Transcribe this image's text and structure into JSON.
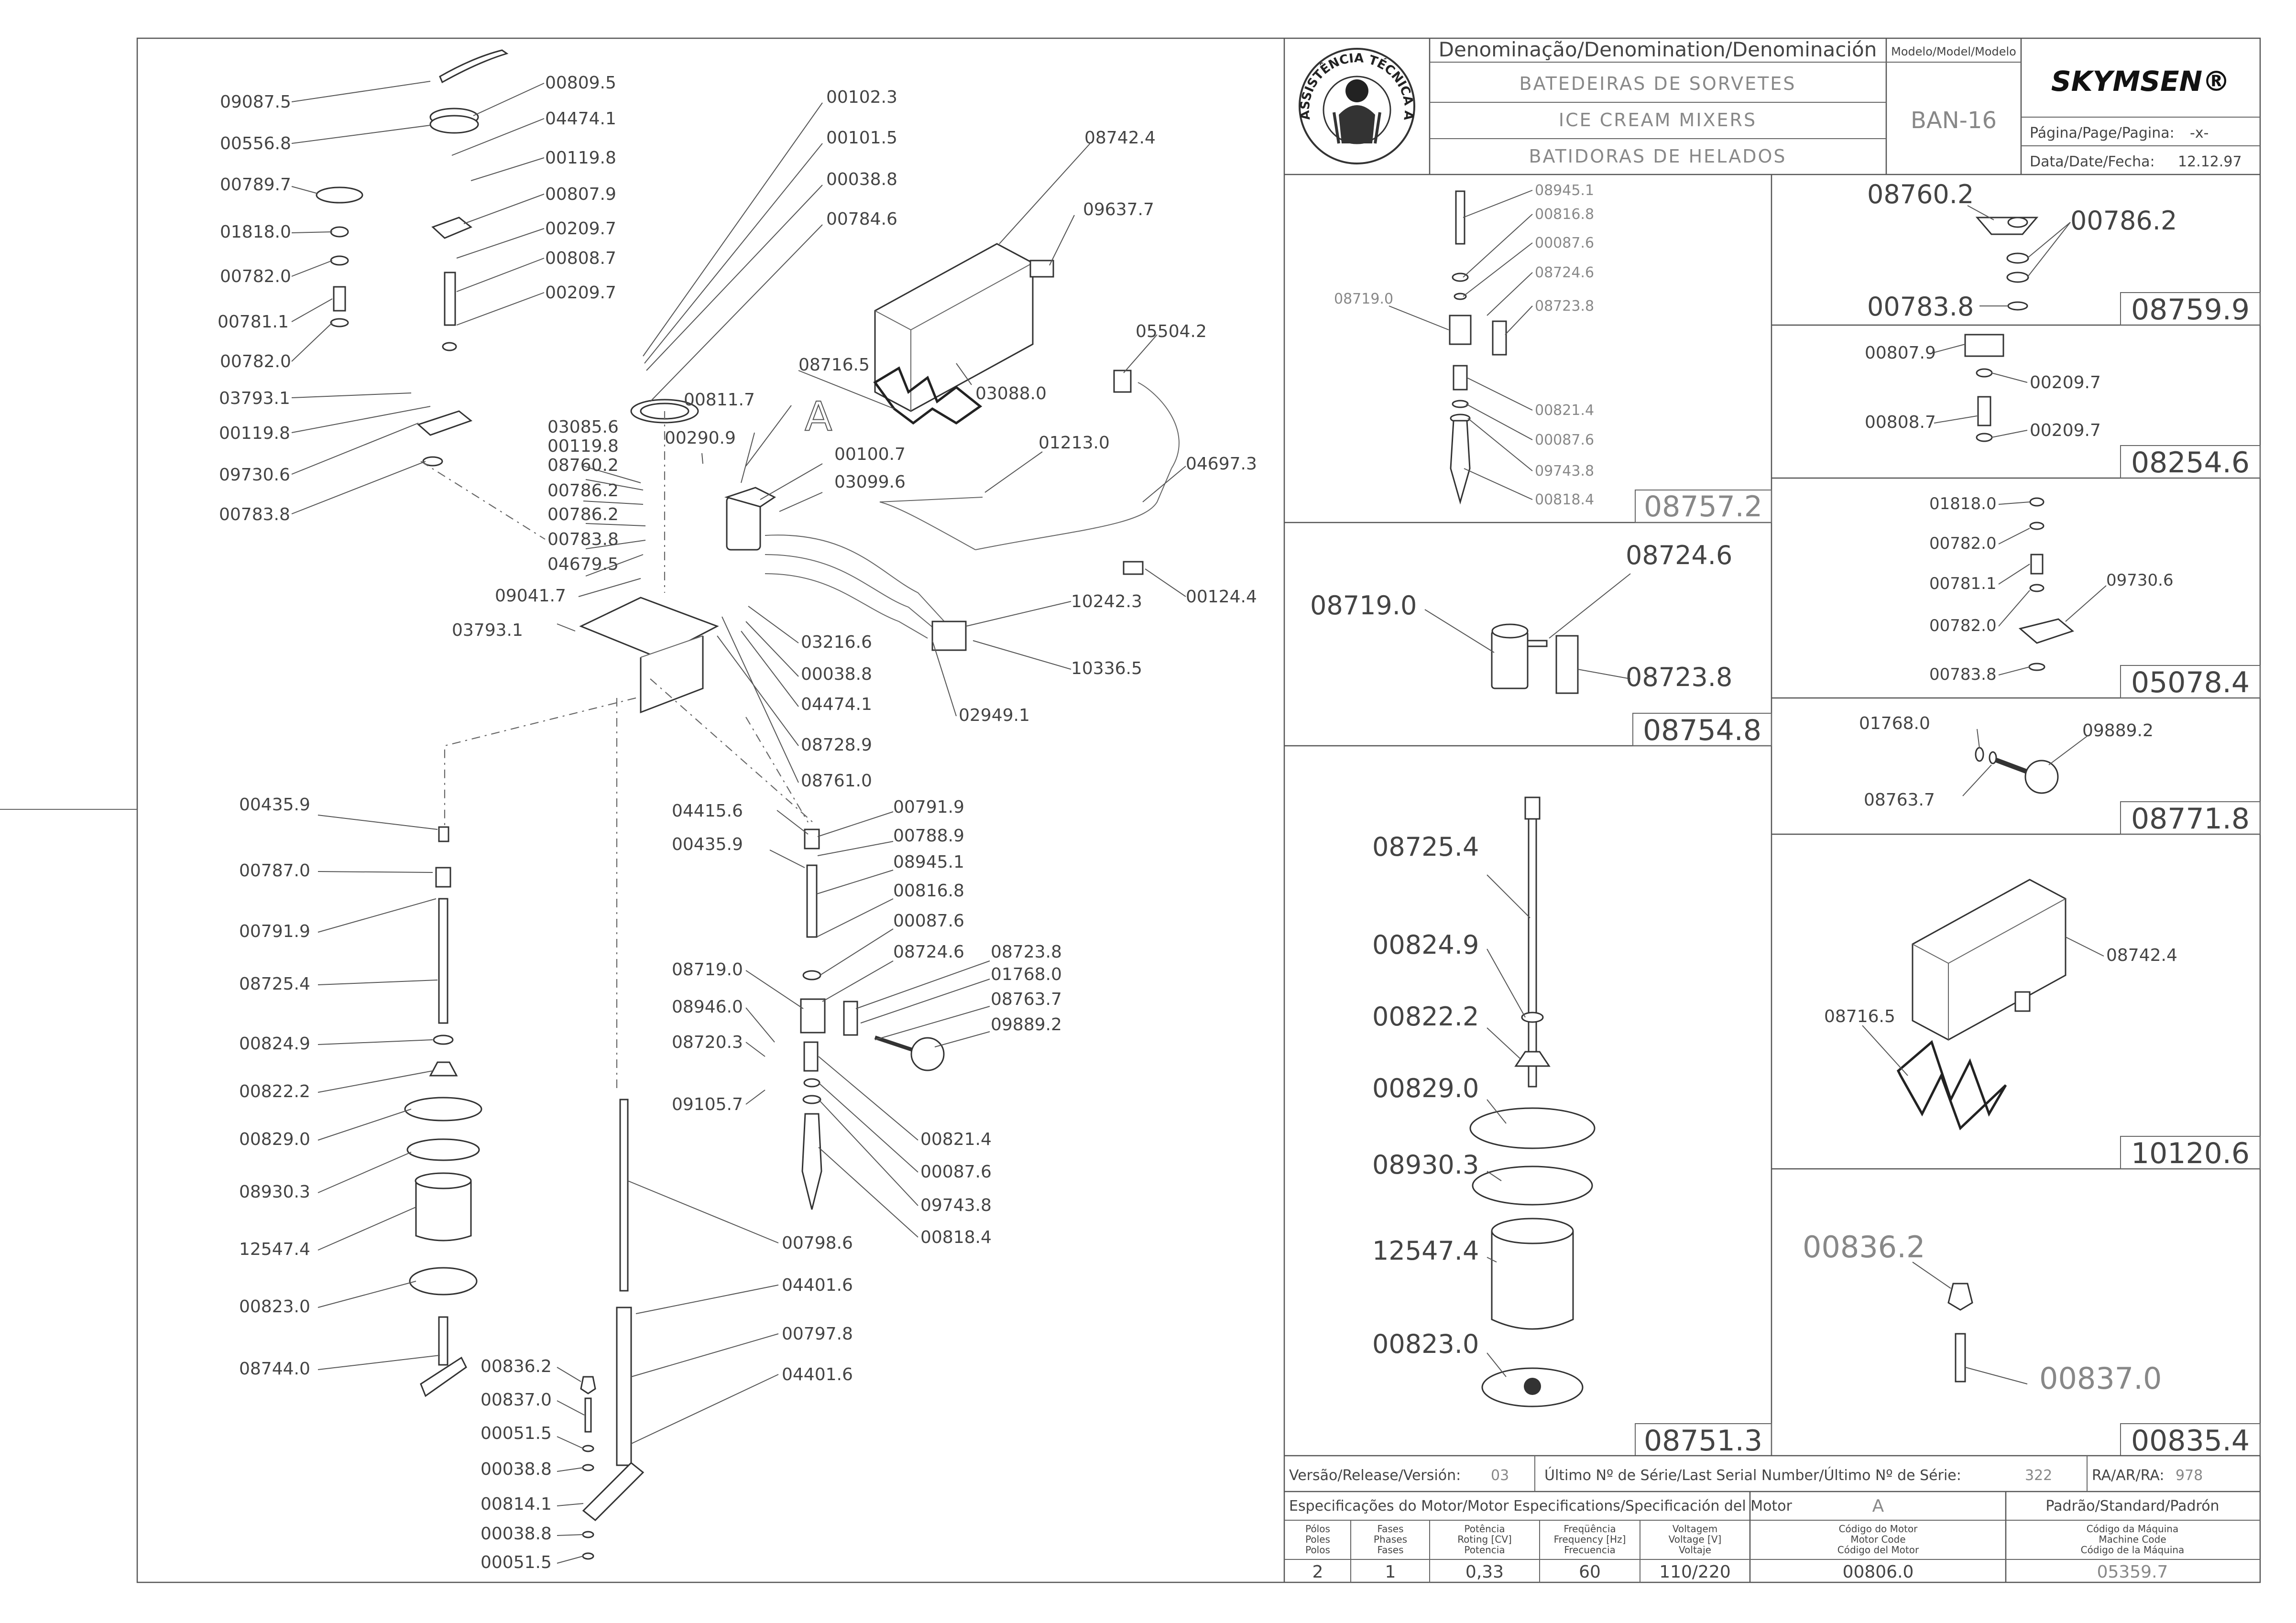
{
  "title_block": {
    "denomination_header": "Denominação/Denomination/Denominación",
    "model_header": "Modelo/Model/Modelo",
    "name_pt": "BATEDEIRAS DE SORVETES",
    "name_en": "ICE CREAM MIXERS",
    "name_es": "BATIDORAS DE HELADOS",
    "model": "BAN-16",
    "brand": "SKYMSEN®",
    "seal_text": "ASSISTÊNCIA TÉCNICA AUTORIZADA",
    "page_label": "Página/Page/Pagina:",
    "page_value": "-x-",
    "date_label": "Data/Date/Fecha:",
    "date_value": "12.12.97"
  },
  "footer": {
    "version_label": "Versão/Release/Versión:",
    "version_value": "03",
    "serial_label": "Último Nº de Série/Last Serial Number/Último Nº de Série:",
    "serial_value": "322",
    "ra_label": "RA/AR/RA:",
    "ra_value": "978",
    "motor_spec_label": "Especificações do Motor/Motor Especifications/Specificación del Motor",
    "motor_code_letter": "A",
    "standard_label": "Padrão/Standard/Padrón",
    "poles_label": "Pólos\nPoles\nPolos",
    "phases_label": "Fases\nPhases\nFases",
    "power_label": "Potência\nRoting [CV]\nPotencia",
    "frequency_label": "Freqüência\nFrequency [Hz]\nFrecuencia",
    "voltage_label": "Voltagem\nVoltage [V]\nVoltaje",
    "motor_code_label": "Código do Motor\nMotor Code\nCódigo del Motor",
    "machine_code_label": "Código da Máquina\nMachine Code\nCódigo de la Máquina",
    "poles_value": "2",
    "phases_value": "1",
    "power_value": "0,33",
    "frequency_value": "60",
    "voltage_value": "110/220",
    "motor_code_value": "00806.0",
    "machine_code_value": "05359.7"
  },
  "main_labels": {
    "left_col": [
      "09087.5",
      "00556.8",
      "00789.7",
      "01818.0",
      "00782.0",
      "00781.1",
      "00782.0",
      "03793.1",
      "00119.8",
      "09730.6",
      "00783.8"
    ],
    "top_col": [
      "00809.5",
      "04474.1",
      "00119.8",
      "00807.9",
      "00209.7",
      "00808.7",
      "00209.7"
    ],
    "center_top": [
      "00102.3",
      "00101.5",
      "00038.8",
      "00784.6",
      "08742.4",
      "09637.7",
      "08716.5",
      "03088.0",
      "05504.2",
      "01213.0",
      "04697.3"
    ],
    "motor": [
      "00811.7",
      "00290.9",
      "03085.6",
      "00119.8",
      "08760.2",
      "00786.2",
      "00786.2",
      "00783.8",
      "04679.5",
      "09041.7",
      "03793.1",
      "00100.7",
      "03099.6",
      "10242.3",
      "00124.4",
      "10336.5",
      "03216.6",
      "00038.8",
      "04474.1",
      "02949.1",
      "08728.9",
      "08761.0"
    ],
    "left_lower": [
      "00435.9",
      "00787.0",
      "00791.9",
      "08725.4",
      "00824.9",
      "00822.2",
      "00829.0",
      "08930.3",
      "12547.4",
      "00823.0",
      "08744.0"
    ],
    "bottom_center": [
      "00836.2",
      "00837.0",
      "00051.5",
      "00038.8",
      "00814.1",
      "00038.8",
      "00051.5",
      "00798.6",
      "04401.6",
      "00797.8",
      "04401.6"
    ],
    "right_center": [
      "04415.6",
      "00435.9",
      "08719.0",
      "08946.0",
      "08720.3",
      "09105.7",
      "00791.9",
      "00788.9",
      "08945.1",
      "00816.8",
      "00087.6",
      "08724.6",
      "08723.8",
      "01768.0",
      "08763.7",
      "09889.2",
      "00821.4",
      "00087.6",
      "09743.8",
      "00818.4"
    ],
    "letter_a": "A"
  },
  "subassemblies": {
    "s08757": {
      "code": "08757.2",
      "labels": [
        "08945.1",
        "00816.8",
        "00087.6",
        "08724.6",
        "08723.8",
        "08719.0",
        "00821.4",
        "00087.6",
        "09743.8",
        "00818.4"
      ]
    },
    "s08759": {
      "code": "08759.9",
      "labels": [
        "08760.2",
        "00786.2",
        "00783.8"
      ]
    },
    "s08254": {
      "code": "08254.6",
      "labels": [
        "00807.9",
        "00209.7",
        "00808.7",
        "00209.7"
      ]
    },
    "s05078": {
      "code": "05078.4",
      "labels": [
        "01818.0",
        "00782.0",
        "00781.1",
        "00782.0",
        "09730.6",
        "00783.8"
      ]
    },
    "s08754": {
      "code": "08754.8",
      "labels": [
        "08724.6",
        "08719.0",
        "08723.8"
      ]
    },
    "s08771": {
      "code": "08771.8",
      "labels": [
        "01768.0",
        "09889.2",
        "08763.7"
      ]
    },
    "s08751": {
      "code": "08751.3",
      "labels": [
        "08725.4",
        "00824.9",
        "00822.2",
        "00829.0",
        "08930.3",
        "12547.4",
        "00823.0"
      ]
    },
    "s10120": {
      "code": "10120.6",
      "labels": [
        "08742.4",
        "08716.5"
      ]
    },
    "s08835": {
      "code": "00835.4",
      "labels": [
        "00836.2",
        "00837.0"
      ]
    }
  }
}
